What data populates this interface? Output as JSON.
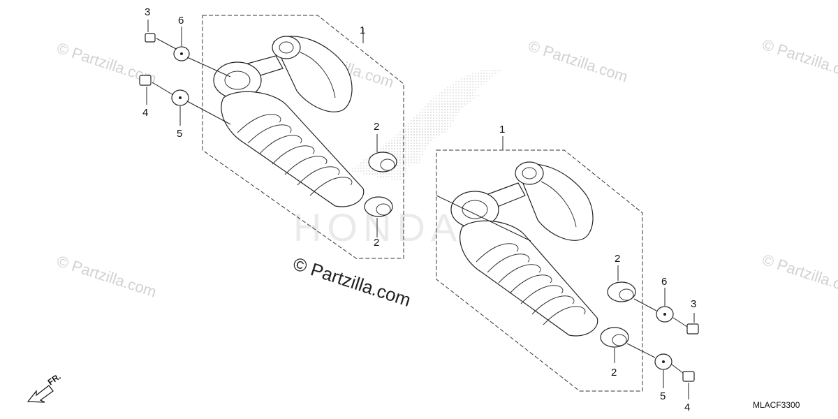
{
  "callouts": {
    "shock_left": "1",
    "shock_right": "1",
    "bushing_left_top": "2",
    "bushing_left_bottom": "2",
    "bushing_right_top": "2",
    "bushing_right_bottom": "2",
    "bolt_left_top": "3",
    "bolt_left_bottom": "4",
    "washer_left_bottom": "5",
    "washer_left_top": "6",
    "bolt_right_top": "3",
    "bolt_right_bottom": "4",
    "washer_right_bottom": "5",
    "washer_right_top": "6"
  },
  "watermark": {
    "main": "© Partzilla.com",
    "repeat": "© Partzilla.com",
    "brand_mark": "HONDA"
  },
  "front_indicator": "FR.",
  "diagram_code": "MLACF3300"
}
